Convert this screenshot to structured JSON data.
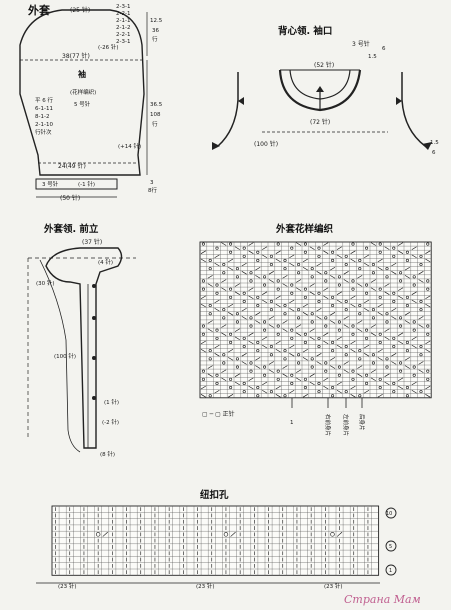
{
  "sleeve": {
    "title": "外套",
    "center_label": "袖",
    "top_width": "(25 针)",
    "decreases": [
      "2-3-1",
      "2-2-1",
      "2-1-1",
      "2-1-2",
      "2-2-1",
      "2-3-1"
    ],
    "right_top": [
      "12.5",
      "36",
      "行"
    ],
    "right_mid": [
      "36.5",
      "108",
      "行"
    ],
    "right_bottom": [
      "3",
      "8行"
    ],
    "upper_width": "38(77 针)",
    "side_dec": "(-26 针)",
    "pattern_note": "(花样编织)",
    "needle_note": "5 号针",
    "flat_label": "平 6 行",
    "shaping": [
      "6-1-11",
      "8-1-2",
      "2-1-10",
      "行针次"
    ],
    "side_inc": "(+14 针)",
    "lower_width": "24(49 针)",
    "band_needle": "3 号针",
    "band_dec": "(-1 针)",
    "bottom_width": "(50 针)"
  },
  "back_neck": {
    "title": "背心领. 袖口",
    "needle": "3 号针",
    "neck_top": "(52 针)",
    "neck_right": [
      "1.5",
      "6"
    ],
    "neck_bottom": "(72 针)",
    "arm_left": "(100 针)",
    "arm_right": [
      "1.5",
      "6"
    ]
  },
  "collar": {
    "title": "外套领. 前立",
    "top_count": "(37 针)",
    "top_stitch": "(4 针)",
    "side_count": "(30 针)",
    "long_count": "(100 针)",
    "holes": [
      "(1 针)",
      "(-2 针)",
      "(8 针)"
    ]
  },
  "pattern": {
    "title": "外套花样编织",
    "legend": "▢ ─ ▢ 正针",
    "bottom_marks": [
      "1",
      "右前身片",
      "左前身片",
      "后身片"
    ]
  },
  "buttonhole": {
    "title": "纽扣孔",
    "row_labels": [
      "10",
      "5",
      "1"
    ],
    "bottom": [
      "(23 针)",
      "(23 针)",
      "(23 针)"
    ]
  },
  "watermark": "Страна Мам"
}
